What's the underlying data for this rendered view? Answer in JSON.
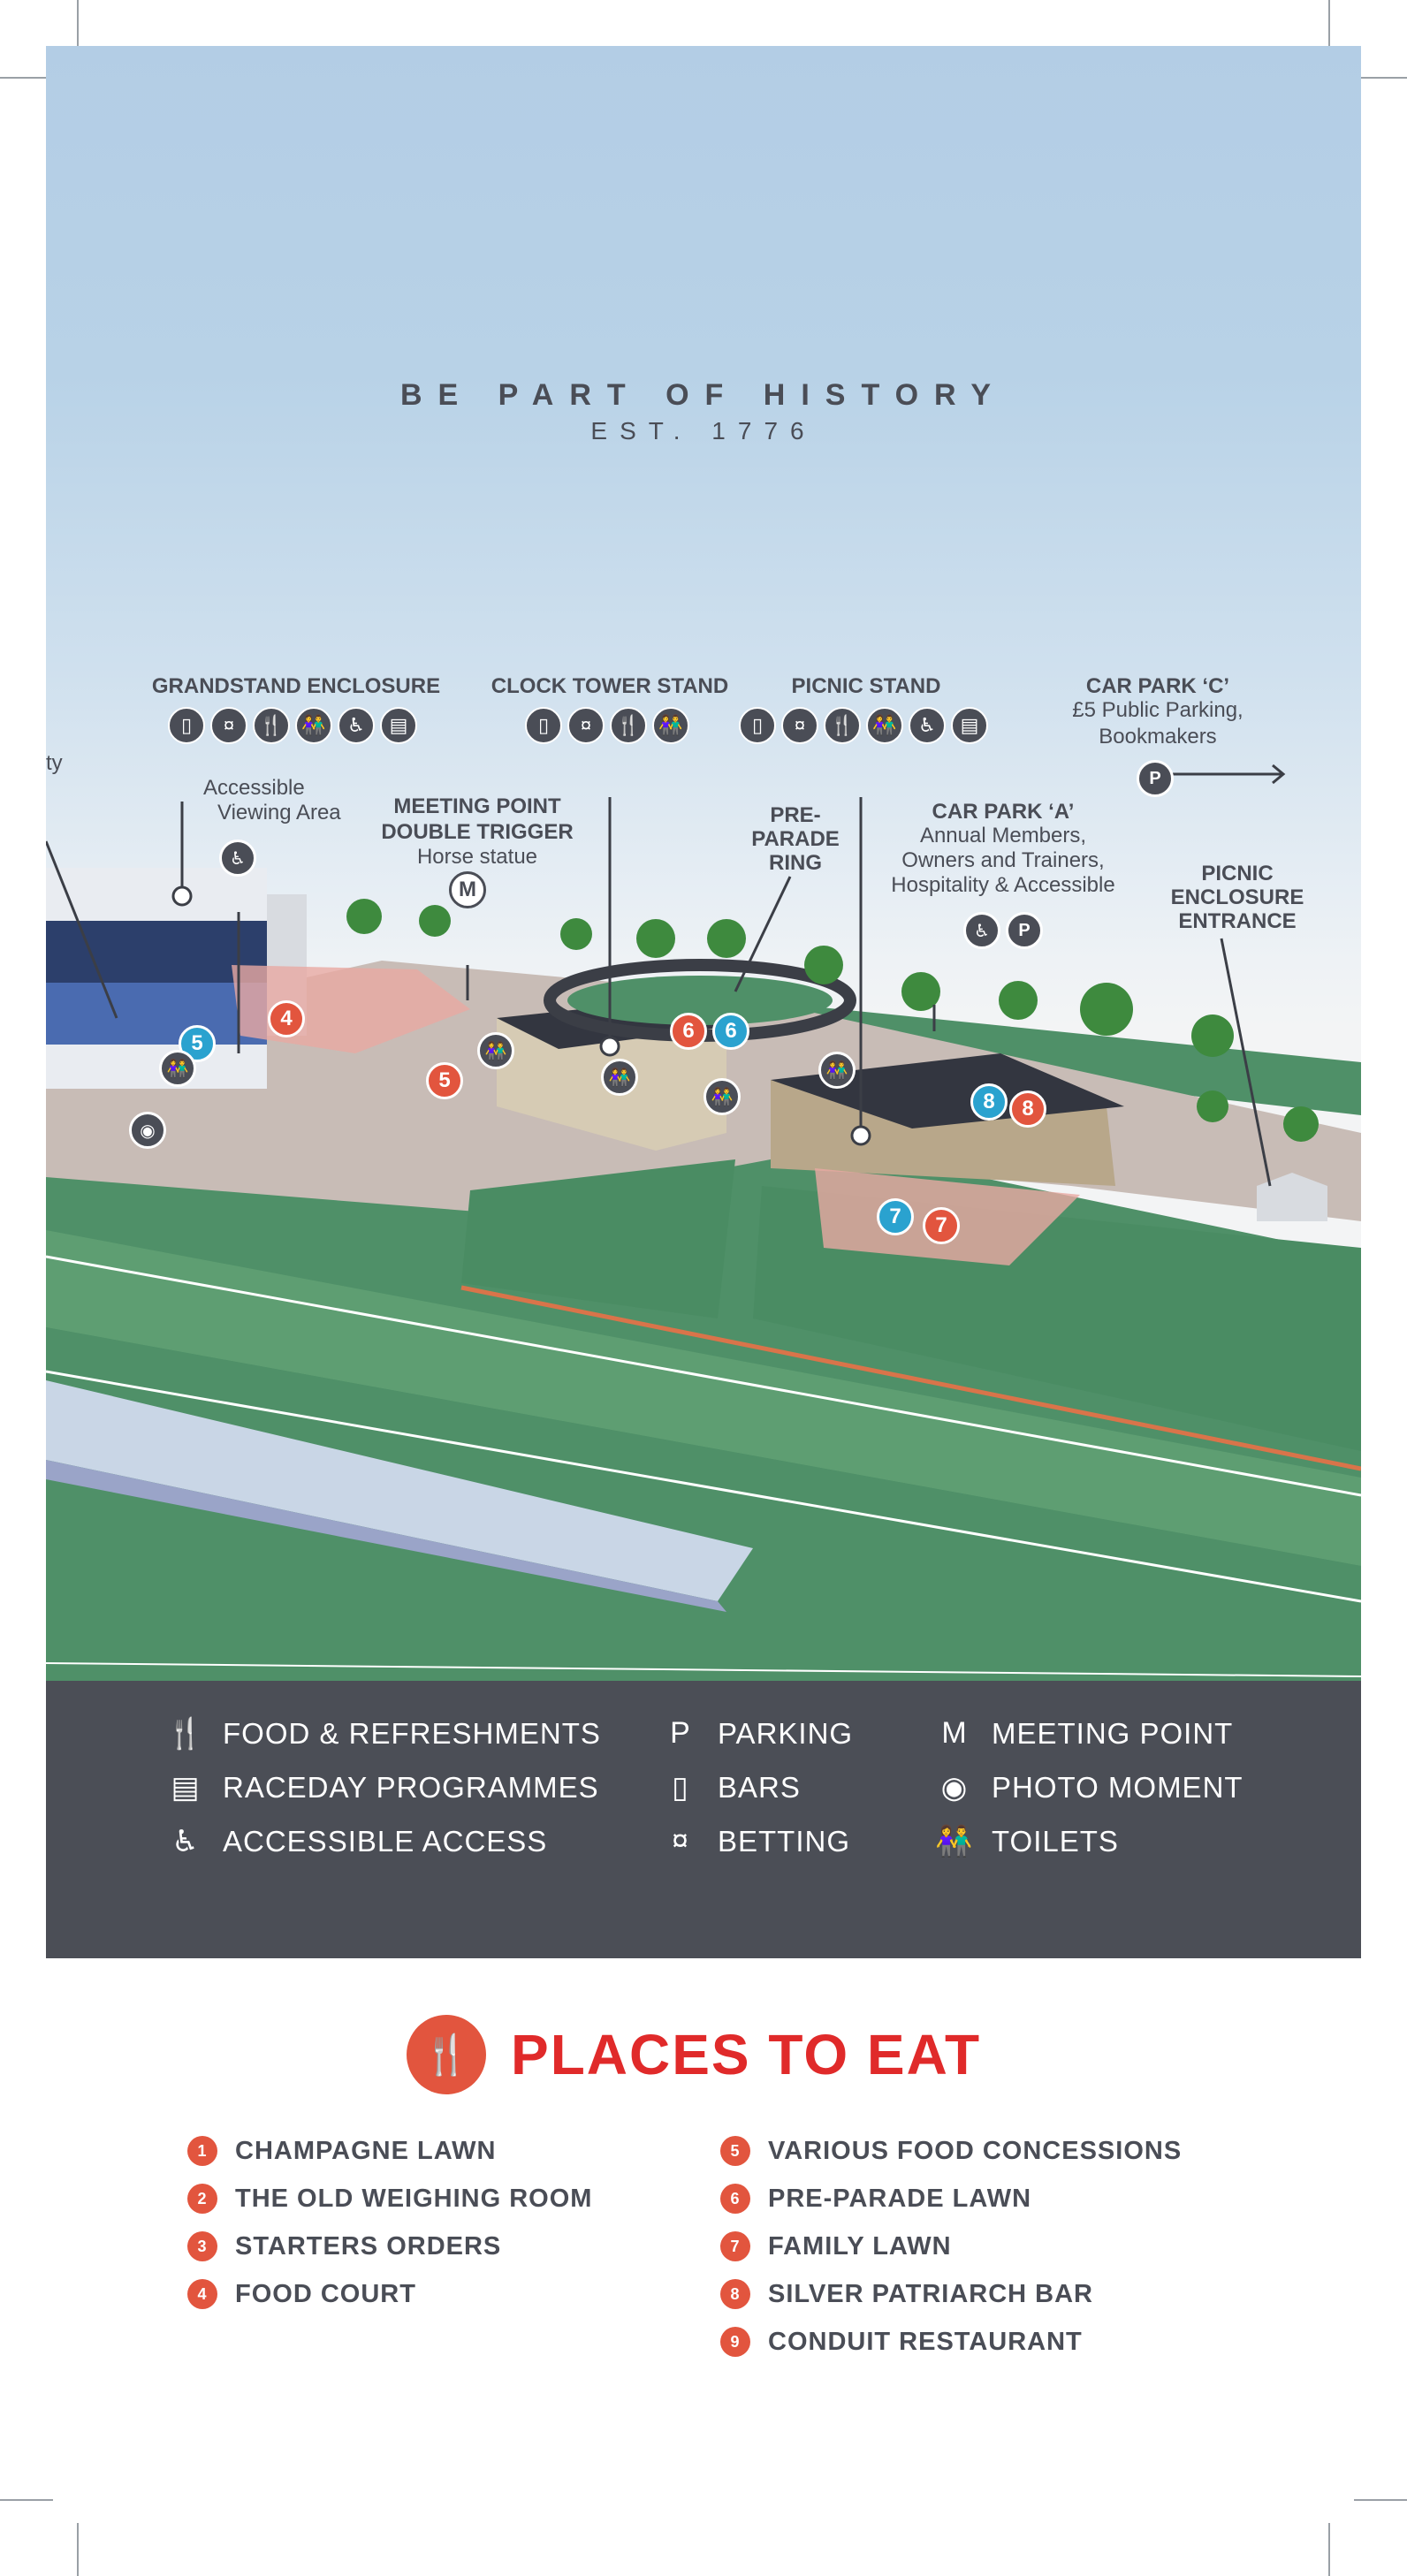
{
  "hero": {
    "title": "BE PART OF HISTORY",
    "subtitle": "EST. 1776"
  },
  "map": {
    "labels": {
      "grandstand": "GRANDSTAND ENCLOSURE",
      "clock_tower": "CLOCK TOWER STAND",
      "picnic_stand": "PICNIC STAND",
      "car_park_c_title": "CAR PARK ‘C’",
      "car_park_c_line1": "£5 Public Parking,",
      "car_park_c_line2": "Bookmakers",
      "edge_text": "ty",
      "accessible_line1": "Accessible",
      "accessible_line2": "Viewing Area",
      "meeting_point_line1": "MEETING POINT",
      "meeting_point_line2": "DOUBLE TRIGGER",
      "meeting_point_line3": "Horse statue",
      "pre_parade_line1": "PRE-",
      "pre_parade_line2": "PARADE",
      "pre_parade_line3": "RING",
      "car_park_a_title": "CAR PARK ‘A’",
      "car_park_a_line1": "Annual Members,",
      "car_park_a_line2": "Owners and Trainers,",
      "car_park_a_line3": "Hospitality & Accessible",
      "picnic_entrance_line1": "PICNIC",
      "picnic_entrance_line2": "ENCLOSURE",
      "picnic_entrance_line3": "ENTRANCE"
    },
    "icon_glyphs": {
      "bar": "▯",
      "betting": "¤",
      "food": "🍴",
      "toilets": "👫",
      "accessible": "♿",
      "programme": "▤",
      "parking": "P",
      "meeting": "M",
      "photo": "◉"
    },
    "icon_sets": {
      "grandstand": [
        "bar-icon",
        "betting-icon",
        "food-icon",
        "toilets-icon",
        "accessible-icon",
        "programme-icon"
      ],
      "clock_tower": [
        "bar-icon",
        "betting-icon",
        "food-icon",
        "toilets-icon"
      ],
      "picnic_stand": [
        "bar-icon",
        "betting-icon",
        "food-icon",
        "toilets-icon",
        "accessible-icon",
        "programme-icon"
      ]
    },
    "pins": {
      "four": "4",
      "five_red": "5",
      "five_blue": "5",
      "six_red": "6",
      "six_blue": "6",
      "seven_blue": "7",
      "seven_red": "7",
      "eight_blue": "8",
      "eight_red": "8"
    },
    "colors": {
      "sky": "#b3cde5",
      "grass": "#4f9068",
      "track_light": "#5e9e72",
      "building": "#4a4d56",
      "red_pin": "#e2553e",
      "blue_pin": "#2aa2cf"
    }
  },
  "legend": {
    "items": [
      {
        "icon": "food-icon",
        "glyph": "🍴",
        "label": "FOOD & REFRESHMENTS"
      },
      {
        "icon": "programme-icon",
        "glyph": "▤",
        "label": "RACEDAY PROGRAMMES"
      },
      {
        "icon": "accessible-icon",
        "glyph": "♿",
        "label": "ACCESSIBLE ACCESS"
      },
      {
        "icon": "parking-icon",
        "glyph": "P",
        "label": "PARKING"
      },
      {
        "icon": "bar-icon",
        "glyph": "▯",
        "label": "BARS"
      },
      {
        "icon": "betting-icon",
        "glyph": "¤",
        "label": "BETTING"
      },
      {
        "icon": "meeting-point-icon",
        "glyph": "M",
        "label": "MEETING POINT"
      },
      {
        "icon": "camera-icon",
        "glyph": "◉",
        "label": "PHOTO MOMENT"
      },
      {
        "icon": "toilets-icon",
        "glyph": "👫",
        "label": "TOILETS"
      }
    ]
  },
  "places_to_eat": {
    "title": "PLACES TO EAT",
    "badge_glyph": "🍴",
    "items": [
      {
        "num": "1",
        "name": "CHAMPAGNE LAWN"
      },
      {
        "num": "2",
        "name": "THE OLD WEIGHING ROOM"
      },
      {
        "num": "3",
        "name": "STARTERS ORDERS"
      },
      {
        "num": "4",
        "name": "FOOD COURT"
      },
      {
        "num": "5",
        "name": "VARIOUS FOOD CONCESSIONS"
      },
      {
        "num": "6",
        "name": "PRE-PARADE LAWN"
      },
      {
        "num": "7",
        "name": "FAMILY LAWN"
      },
      {
        "num": "8",
        "name": "SILVER PATRIARCH BAR"
      },
      {
        "num": "9",
        "name": "CONDUIT RESTAURANT"
      }
    ]
  }
}
